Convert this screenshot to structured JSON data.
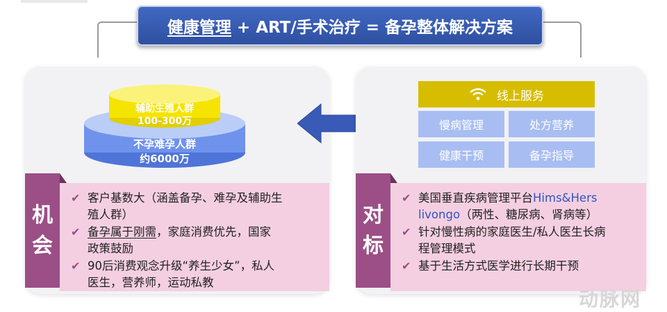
{
  "title": {
    "part1": "健康管理",
    "part2": "+ ART/手术治疗 = 备孕整体解决方案"
  },
  "left": {
    "pyramid": {
      "top_line1": "辅助生殖人群",
      "top_line2": "100-300万",
      "bottom_line1": "不孕难孕人群",
      "bottom_line2": "约6000万"
    },
    "ribbon": [
      "机",
      "会"
    ],
    "bullets": [
      {
        "line1": "客户基数大（涵盖备孕、难孕及辅助生",
        "line2": "殖人群）"
      },
      {
        "prefix": "备孕属于刚需",
        "rest": "，家庭消费优先，国家",
        "line2": "政策鼓励"
      },
      {
        "line1": "90后消费观念升级“养生少女”，私人",
        "line2": "医生，营养师，运动私教"
      }
    ]
  },
  "right": {
    "services": {
      "header": "线上服务",
      "header_icon": "wifi-icon",
      "cells": [
        "慢病管理",
        "处方营养",
        "健康干预",
        "备孕指导"
      ]
    },
    "ribbon": [
      "对",
      "标"
    ],
    "bullets": [
      {
        "text": "美国垂直疾病管理平台",
        "highlight": "Hims&Hers",
        "line2_highlight": "livongo",
        "line2_rest": "（两性、糖尿病、肾病等）"
      },
      {
        "line1": "针对慢性病的家庭医生/私人医生长病",
        "line2": "程管理模式"
      },
      {
        "line1": "基于生活方式医学进行长期干预"
      }
    ]
  },
  "watermark": "动脉网",
  "colors": {
    "title_blue": "#3558b0",
    "ribbon_purple": "#9b4f86",
    "bullet_pink": "#f4cfe1",
    "service_gold": "#d6bd00",
    "service_blue": "#a8bdf2",
    "arrow_blue": "#3a5ab8",
    "pyramid_top": "#f5e400",
    "pyramid_bottom": "#6f92ec"
  }
}
